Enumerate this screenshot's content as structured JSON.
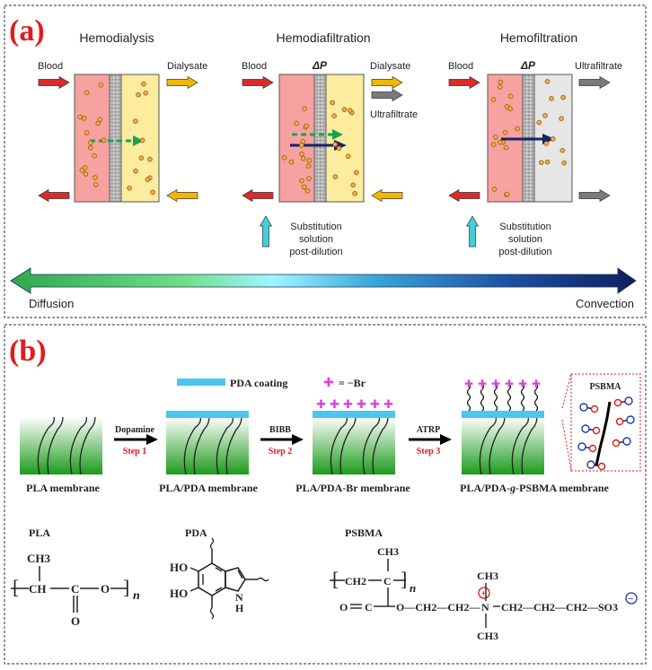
{
  "panel_a": {
    "label": "(a)",
    "modes": [
      {
        "title": "Hemodialysis",
        "blood": "Blood",
        "outflow": "Dialysate"
      },
      {
        "title": "Hemodiafiltration",
        "blood": "Blood",
        "delta_p": "ΔP",
        "outflow": "Dialysate",
        "outflow2": "Ultrafiltrate",
        "substitution": [
          "Substitution",
          "solution",
          "post-dilution"
        ]
      },
      {
        "title": "Hemofiltration",
        "blood": "Blood",
        "delta_p": "ΔP",
        "outflow": "Ultrafiltrate",
        "substitution": [
          "Substitution",
          "solution",
          "post-dilution"
        ]
      }
    ],
    "spectrum": {
      "left": "Diffusion",
      "right": "Convection"
    },
    "colors": {
      "blood": "#f7a1a1",
      "dialysate": "#fbeca0",
      "ultrafiltrate": "#e6e6e6",
      "red_arrow": "#d92b2b",
      "yellow_arrow": "#f2b800",
      "gray_arrow": "#7a7a7a",
      "green_dashed": "#1aa34a",
      "navy": "#17226b",
      "cyan": "#3fd0d8"
    }
  },
  "panel_b": {
    "label": "(b)",
    "legend_pda": "PDA coating",
    "legend_br": "= −Br",
    "steps": [
      {
        "reagent": "Dopamine",
        "step": "Step 1"
      },
      {
        "reagent": "BIBB",
        "step": "Step 2"
      },
      {
        "reagent": "ATRP",
        "step": "Step 3"
      }
    ],
    "membranes": [
      "PLA membrane",
      "PLA/PDA membrane",
      "PLA/PDA-Br membrane"
    ],
    "membrane4": {
      "pre": "PLA/PDA-",
      "g": "g",
      "post": "-PSBMA membrane"
    },
    "psbma_inset": "PSBMA",
    "structures": {
      "pla": {
        "name": "PLA",
        "ch3": "CH3",
        "ch": "CH",
        "c": "C",
        "o": "O",
        "o2": "O",
        "n": "n"
      },
      "pda": {
        "name": "PDA",
        "ho1": "HO",
        "ho2": "HO",
        "n": "N",
        "h": "H"
      },
      "psbma": {
        "name": "PSBMA",
        "ch3_top": "CH3",
        "ch2_main": "CH2",
        "c_main": "C",
        "n": "n",
        "carbonyl_c": "C",
        "carbonyl_o": "O",
        "chain": "O—CH2—CH2—",
        "nitrogen": "N",
        "chain2": "CH2—CH2—CH2—SO3",
        "ch3_n_top": "CH3",
        "ch3_n_bot": "CH3",
        "plus": "+",
        "minus": "−"
      }
    }
  }
}
